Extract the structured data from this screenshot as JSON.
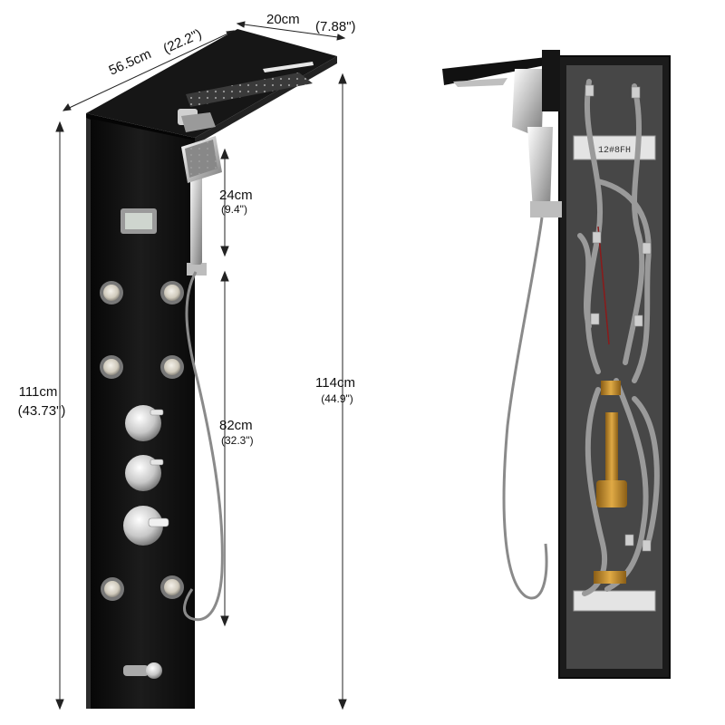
{
  "dimensions": {
    "top_depth": {
      "cm": "20cm",
      "in": "(7.88\")"
    },
    "top_width": {
      "cm": "56.5cm",
      "in": "(22.2\")"
    },
    "handheld_height": {
      "cm": "24cm",
      "in": "(9.4\")"
    },
    "panel_height": {
      "cm": "111cm",
      "in": "(43.73\")"
    },
    "total_height": {
      "cm": "114cm",
      "in": "(44.9\")"
    },
    "jets_span": {
      "cm": "82cm",
      "in": "(32.3\")"
    }
  },
  "display_panel": {
    "text": ""
  },
  "back_panel": {
    "bracket_label": "12#8FH"
  },
  "colors": {
    "panel": "#141414",
    "chrome": "#d9d9d9",
    "brass": "#c8962e",
    "hose": "#8a8a8a"
  }
}
